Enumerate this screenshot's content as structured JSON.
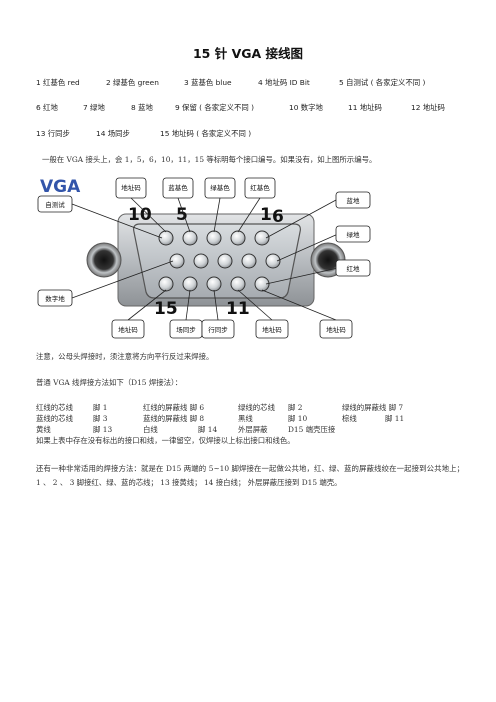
{
  "title": "15 针 VGA 接线图",
  "pin_lines": [
    [
      "1 红基色   red",
      "2  绿基色   green",
      "3  蓝基色   blue",
      "4  地址码   ID Bit",
      "5  自测试 ( 各家定义不同 )"
    ],
    [
      "6  红地",
      "7  绿地",
      "8  蓝地",
      "9  保留 ( 各家定义不同 )",
      "10  数字地",
      "11  地址码",
      "12  地址码"
    ],
    [
      "13  行同步",
      "14  场同步",
      "15  地址码 ( 各家定义不同 )"
    ]
  ],
  "intro": "一般在 VGA 接头上，会 1，5，6，10，11，15 等标明每个接口编号。如果没有，如上图所示编号。",
  "diagram": {
    "vga_label": "VGA",
    "num_10": "10",
    "num_5": "5",
    "num_1": "1",
    "num_6": "6",
    "num_15": "15",
    "num_11": "11",
    "top_labels": [
      "地址码",
      "蓝基色",
      "绿基色",
      "红基色"
    ],
    "right_labels": [
      "蓝地",
      "绿地",
      "红地"
    ],
    "left_labels": [
      "自测试",
      "数字地"
    ],
    "bottom_labels": [
      "地址码",
      "场同步",
      "行同步",
      "地址码",
      "地址码"
    ]
  },
  "note": "注意，公母头焊接时，须注意将方向平行反过来焊接。",
  "method_title": "普通 VGA 线焊接方法如下（D15 焊接法）：",
  "table": [
    [
      "红线的芯线",
      "脚  1",
      "红线的屏蔽线  脚  6",
      "绿线的芯线",
      "脚  2",
      "绿线的屏蔽线  脚  7"
    ],
    [
      "蓝线的芯线",
      "脚  3",
      "蓝线的屏蔽线  脚  8",
      "黑线",
      "脚  10",
      "棕线",
      "脚  11"
    ],
    [
      "黄线",
      "脚  13",
      "白线",
      "脚  14",
      "外层屏蔽",
      "D15  端壳压接"
    ]
  ],
  "table_note": "如果上表中存在没有标出的接口和线，一律留空，仅焊接以上标出接口和线色。",
  "other_method": "还有一种非常适用的焊接方法：就是在  D15  两端的  5~10  脚焊接在一起做公共地，红、绿、蓝的屏蔽线绞在一起接到公共地上；  1 、 2 、 3  脚接红、绿、蓝的芯线；  13  接黄线；  14  接白线；  外层屏蔽压接到  D15  端壳。"
}
